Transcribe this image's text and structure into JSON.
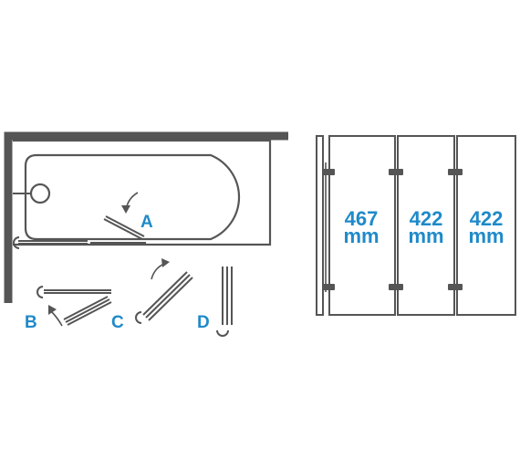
{
  "colors": {
    "line": "#555555",
    "accent": "#1f8ac9",
    "background": "#ffffff"
  },
  "positions": {
    "a": "A",
    "b": "B",
    "c": "C",
    "d": "D"
  },
  "panels": [
    {
      "value": "467",
      "unit": "mm"
    },
    {
      "value": "422",
      "unit": "mm"
    },
    {
      "value": "422",
      "unit": "mm"
    }
  ]
}
